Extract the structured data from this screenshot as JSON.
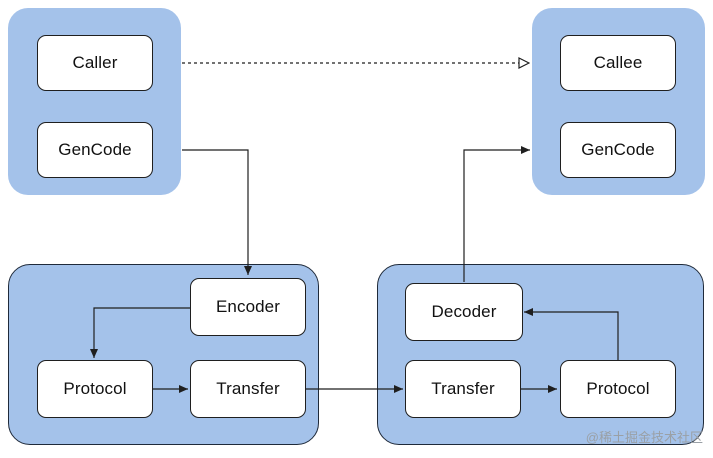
{
  "groups": {
    "caller_side": {
      "color": "#a4c2ea"
    },
    "callee_side": {
      "color": "#a4c2ea"
    },
    "left_protocol_stack": {
      "color": "#a4c2ea"
    },
    "right_protocol_stack": {
      "color": "#a4c2ea"
    }
  },
  "nodes": {
    "caller": "Caller",
    "gencode_left": "GenCode",
    "callee": "Callee",
    "gencode_right": "GenCode",
    "encoder": "Encoder",
    "protocol_left": "Protocol",
    "transfer_left": "Transfer",
    "decoder": "Decoder",
    "transfer_right": "Transfer",
    "protocol_right": "Protocol"
  },
  "edges": [
    {
      "from": "caller",
      "to": "callee",
      "style": "dashed",
      "head": "open-triangle"
    },
    {
      "from": "gencode_left",
      "to": "encoder",
      "style": "solid",
      "head": "filled"
    },
    {
      "from": "encoder",
      "to": "protocol_left",
      "style": "solid",
      "head": "filled"
    },
    {
      "from": "protocol_left",
      "to": "transfer_left",
      "style": "solid",
      "head": "filled"
    },
    {
      "from": "transfer_left",
      "to": "transfer_right",
      "style": "solid",
      "head": "filled"
    },
    {
      "from": "transfer_right",
      "to": "protocol_right",
      "style": "solid",
      "head": "filled"
    },
    {
      "from": "protocol_right",
      "to": "decoder",
      "style": "solid",
      "head": "filled"
    },
    {
      "from": "decoder",
      "to": "gencode_right",
      "style": "solid",
      "head": "filled"
    }
  ],
  "watermark": "@稀土掘金技术社区",
  "colors": {
    "group_fill": "#a4c2ea",
    "stroke": "#1f1f1f",
    "node_fill": "#ffffff"
  }
}
